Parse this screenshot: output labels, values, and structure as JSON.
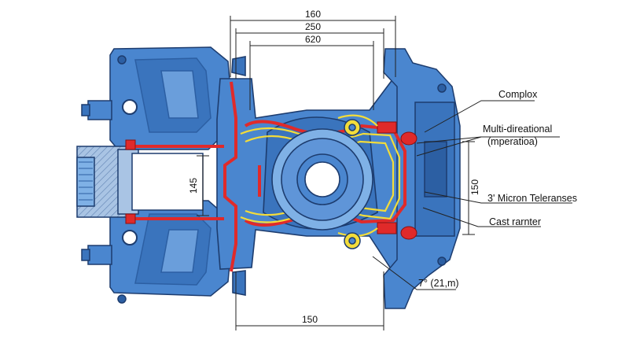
{
  "dimensions": {
    "top_outer": "160",
    "top_middle": "250",
    "top_inner": "620",
    "left_vertical": "145",
    "right_vertical": "150",
    "bottom": "150"
  },
  "callouts": {
    "complox": "Complox",
    "multi_line1": "Multi-direational",
    "multi_line2": "(mperatioa)",
    "micron": "3' Micron Teleranses",
    "cast": "Cast rarnter",
    "angle": "7° (21,m)"
  },
  "colors": {
    "body": "#4a86cf",
    "body_dark": "#2c5fa3",
    "body_light": "#7fb1e6",
    "outline": "#1d3c6e",
    "seal_red": "#e02a2a",
    "seal_yellow": "#f3dc3a"
  }
}
